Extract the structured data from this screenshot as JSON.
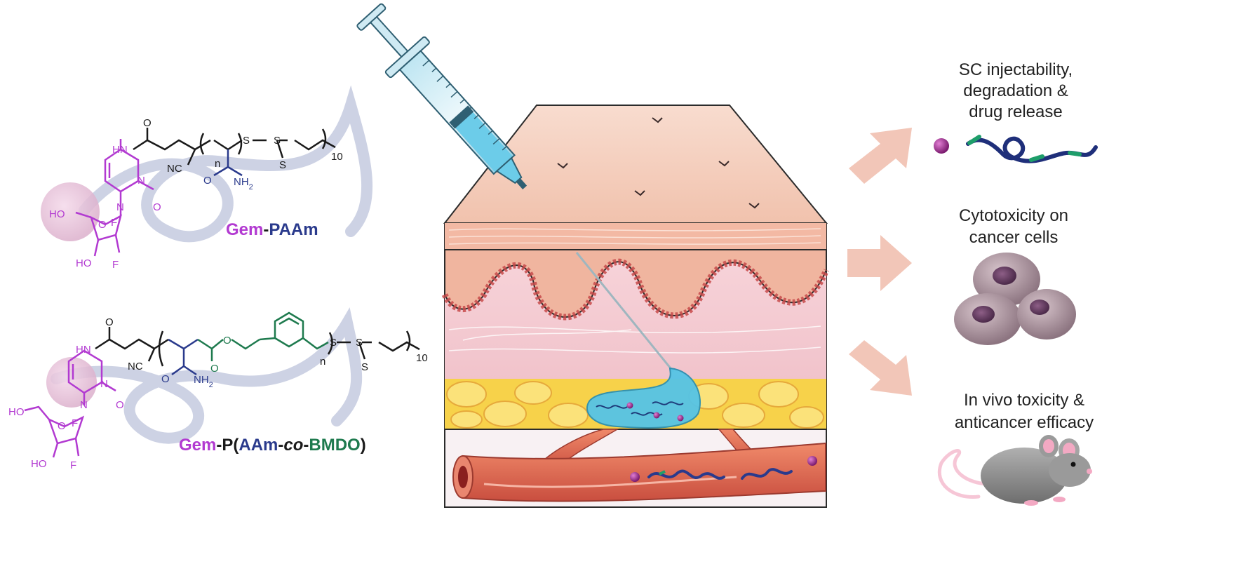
{
  "left": {
    "mol1": {
      "name_prefix": "Gem",
      "name_dash": "-",
      "name_suffix": "PAAm",
      "atoms": {
        "o_top": "O",
        "hn": "HN",
        "n1": "N",
        "n2": "N",
        "o2": "O",
        "ho1": "HO",
        "o_ring": "O",
        "f1": "F",
        "ho2": "HO",
        "f2": "F",
        "nc": "NC",
        "n_rep": "n",
        "o_amide": "O",
        "nh2": "NH",
        "nh2_sub": "2",
        "s1": "S",
        "s2": "S",
        "s3": "S",
        "sub10": "10"
      }
    },
    "mol2": {
      "name_parts": [
        "Gem",
        "-P(",
        "AAm",
        "-",
        "co",
        "-",
        "BMDO",
        ")"
      ],
      "atoms": {
        "o_top": "O",
        "hn": "HN",
        "n1": "N",
        "n2": "N",
        "o2": "O",
        "ho1": "HO",
        "o_ring": "O",
        "f1": "F",
        "ho2": "HO",
        "f2": "F",
        "nc": "NC",
        "o_amide": "O",
        "nh2": "NH",
        "nh2_sub": "2",
        "o_ester1": "O",
        "o_ester2": "O",
        "n_rep": "n",
        "s1": "S",
        "s2": "S",
        "s3": "S",
        "sub10": "10"
      }
    }
  },
  "right": {
    "outcome1": [
      "SC injectability,",
      "degradation &",
      "drug release"
    ],
    "outcome2": [
      "Cytotoxicity on",
      "cancer cells"
    ],
    "outcome3": [
      "In vivo toxicity &",
      "anticancer efficacy"
    ]
  },
  "colors": {
    "gem": "#b23ad1",
    "paam": "#2a3a8c",
    "bmdo": "#1e7a4e",
    "arrow": "#f2c6b8",
    "skin_top": "#f6cfc0",
    "fat": "#f7d24a",
    "gel": "#55c4e6",
    "vessel": "#e0604a",
    "cell": "#a99099",
    "mouse": "#8c8c8c"
  }
}
